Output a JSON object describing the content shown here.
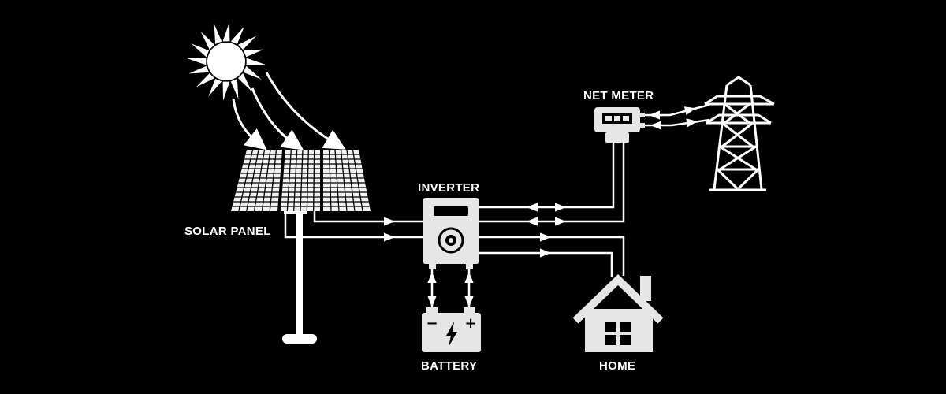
{
  "labels": {
    "solar_panel": "SOLAR PANEL",
    "inverter": "INVERTER",
    "net_meter": "NET METER",
    "battery": "BATTERY",
    "home": "HOME"
  },
  "battery_terminals": {
    "negative": "−",
    "positive": "+"
  },
  "colors": {
    "background": "#000000",
    "foreground": "#ffffff",
    "device_fill": "#e6e6e6",
    "panel_fill": "#f2f2f2"
  },
  "icons": [
    "sun-icon",
    "solar-panel-icon",
    "inverter-icon",
    "net-meter-icon",
    "transmission-tower-icon",
    "battery-icon",
    "lightning-icon",
    "house-icon"
  ]
}
